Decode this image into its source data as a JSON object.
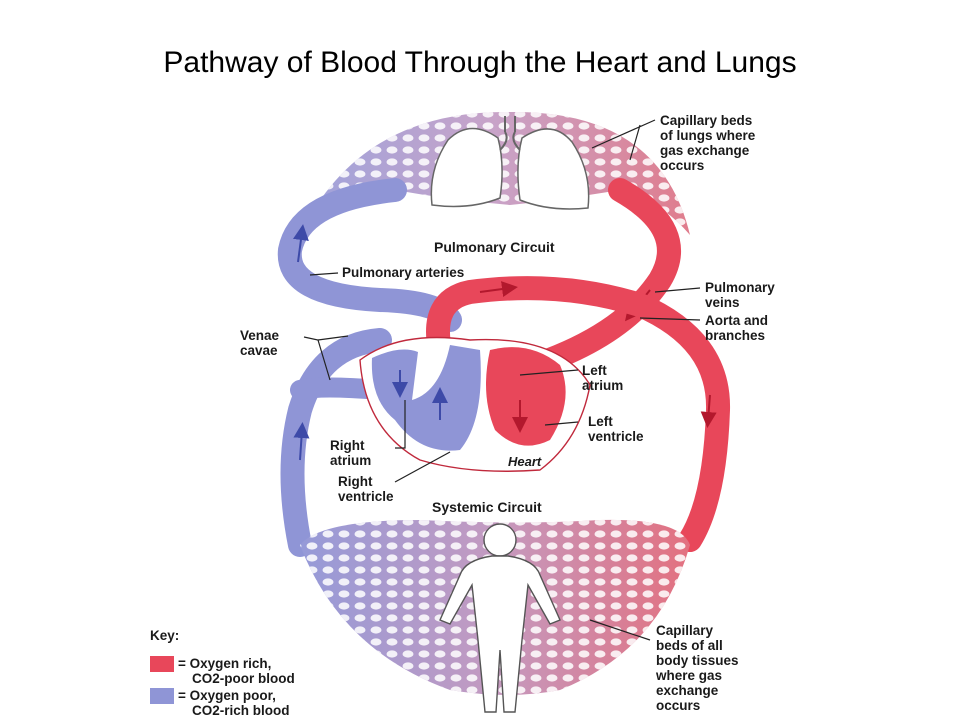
{
  "title": "Pathway of Blood Through the Heart and Lungs",
  "colors": {
    "oxygen_rich": "#e8475a",
    "oxygen_poor": "#8f95d6",
    "capillary_mix": "#c49ac0"
  },
  "labels": {
    "lung_capillaries": [
      "Capillary beds",
      "of lungs where",
      "gas exchange",
      "occurs"
    ],
    "pulmonary_circuit": "Pulmonary Circuit",
    "pulmonary_arteries": "Pulmonary arteries",
    "pulmonary_veins": [
      "Pulmonary",
      "veins"
    ],
    "aorta": [
      "Aorta and",
      "branches"
    ],
    "venae_cavae": [
      "Venae",
      "cavae"
    ],
    "left_atrium": [
      "Left",
      "atrium"
    ],
    "left_ventricle": [
      "Left",
      "ventricle"
    ],
    "right_atrium": [
      "Right",
      "atrium"
    ],
    "right_ventricle": [
      "Right",
      "ventricle"
    ],
    "heart": "Heart",
    "systemic_circuit": "Systemic Circuit",
    "body_capillaries": [
      "Capillary",
      "beds of all",
      "body tissues",
      "where gas",
      "exchange",
      "occurs"
    ]
  },
  "key": {
    "title": "Key:",
    "oxygen_rich": [
      "= Oxygen rich,",
      "CO2-poor blood"
    ],
    "oxygen_poor": [
      "= Oxygen poor,",
      "CO2-rich blood"
    ]
  }
}
